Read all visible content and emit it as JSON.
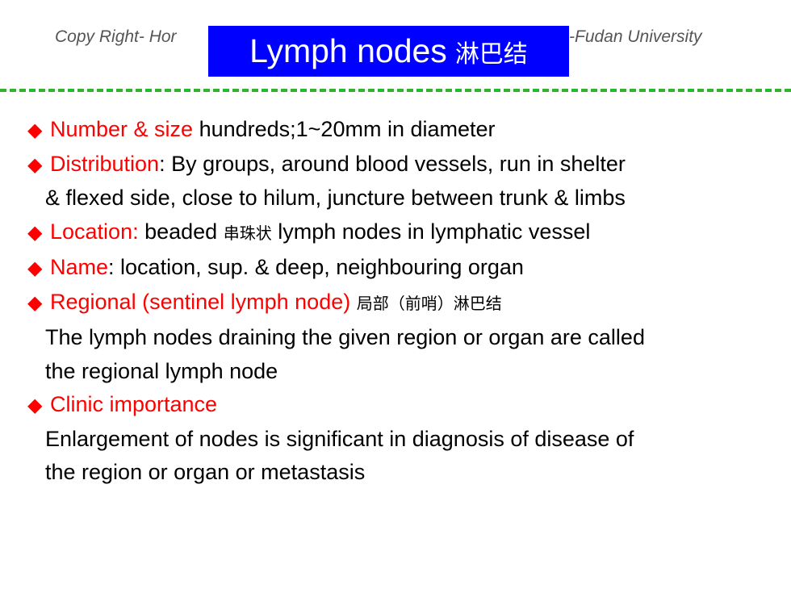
{
  "header": {
    "copyright_left": "Copy Right- Hor",
    "copyright_right": "-Fudan University",
    "title_en": "Lymph nodes",
    "title_zh": "淋巴结"
  },
  "colors": {
    "title_bg": "#0000ff",
    "divider": "#2fb42f",
    "term": "#ff0000"
  },
  "bullet_icon": "diamond",
  "items": [
    {
      "term": "Number & size",
      "text": " hundreds;1~20mm in diameter"
    },
    {
      "term": "Distribution",
      "text": ": By groups, around blood vessels, run in shelter",
      "continuation": "& flexed side, close to hilum, juncture between trunk & limbs"
    },
    {
      "term": "Location:",
      "text_before": " beaded ",
      "zh": "串珠状",
      "text_after": " lymph nodes in lymphatic vessel"
    },
    {
      "term": "Name",
      "text": ": location, sup. & deep, neighbouring organ"
    },
    {
      "term": "Regional (sentinel lymph node)",
      "zh": "局部（前哨）淋巴结",
      "continuation_1": "The lymph nodes draining the given region or organ are called",
      "continuation_2": "the regional lymph node"
    },
    {
      "term": "Clinic importance",
      "continuation_1": "Enlargement of nodes is significant in diagnosis of disease of",
      "continuation_2": "the region or organ or metastasis"
    }
  ]
}
